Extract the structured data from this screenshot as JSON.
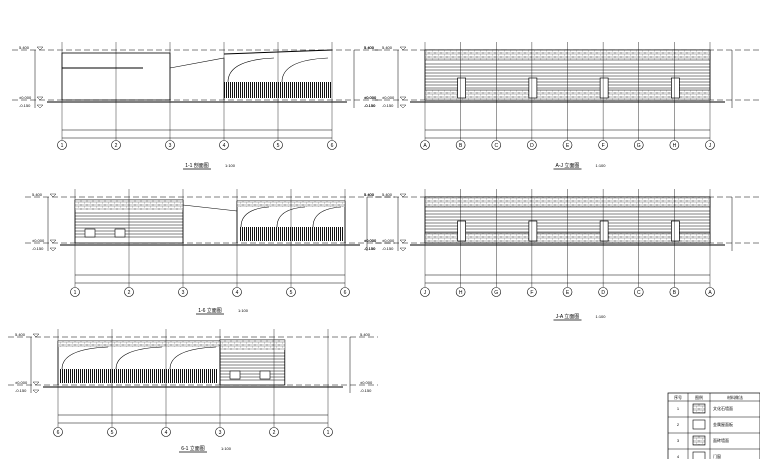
{
  "panels": [
    {
      "id": "section-1-1",
      "title": "1-1 剖面图",
      "scale": "1:100",
      "axes": [
        "1",
        "2",
        "3",
        "4",
        "5",
        "6"
      ],
      "level_top": "5.400",
      "level_ground": "±0.000",
      "level_base": "-0.150"
    },
    {
      "id": "elevation-a",
      "title": "A-J 立面图",
      "scale": "1:100",
      "axes": [
        "A",
        "B",
        "C",
        "D",
        "E",
        "F",
        "G",
        "H",
        "J"
      ],
      "level_top": "5.400",
      "level_ground": "±0.000",
      "level_base": "-0.150"
    },
    {
      "id": "elevation-2",
      "title": "1-6 立面图",
      "scale": "1:100",
      "axes": [
        "1",
        "2",
        "3",
        "4",
        "5",
        "6"
      ],
      "level_top": "5.400",
      "level_ground": "±0.000",
      "level_base": "-0.150"
    },
    {
      "id": "elevation-3",
      "title": "J-A 立面图",
      "scale": "1:100",
      "axes": [
        "J",
        "H",
        "G",
        "F",
        "E",
        "D",
        "C",
        "B",
        "A"
      ],
      "level_top": "5.400",
      "level_ground": "±0.000",
      "level_base": "-0.150"
    },
    {
      "id": "elevation-4",
      "title": "6-1 立面图",
      "scale": "1:100",
      "axes": [
        "6",
        "5",
        "4",
        "3",
        "2",
        "1"
      ],
      "level_top": "5.400",
      "level_ground": "±0.000",
      "level_base": "-0.150"
    }
  ],
  "legend": {
    "headers": [
      "序号",
      "图例",
      "材料做法"
    ],
    "rows": [
      {
        "no": "1",
        "text": "文化石墙面"
      },
      {
        "no": "2",
        "text": "金属屋面板"
      },
      {
        "no": "3",
        "text": "面砖墙面"
      },
      {
        "no": "4",
        "text": "门窗"
      }
    ]
  }
}
